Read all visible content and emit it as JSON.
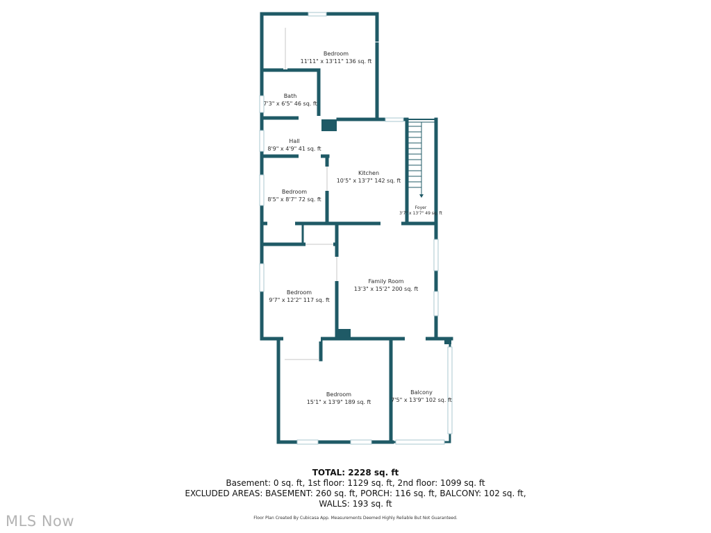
{
  "rooms": [
    {
      "name": "Bedroom",
      "dims": "11'11\" x 13'11\" 136 sq. ft"
    },
    {
      "name": "Bath",
      "dims": "7'3\" x 6'5\" 46 sq. ft"
    },
    {
      "name": "Hall",
      "dims": "8'9\" x 4'9\" 41 sq. ft"
    },
    {
      "name": "Kitchen",
      "dims": "10'5\" x 13'7\" 142 sq. ft"
    },
    {
      "name": "Bedroom",
      "dims": "8'5\" x 8'7\" 72 sq. ft"
    },
    {
      "name": "Foyer",
      "dims": "3'7\" x 13'7\" 49 sq. ft"
    },
    {
      "name": "Family Room",
      "dims": "13'3\" x 15'2\" 200 sq. ft"
    },
    {
      "name": "Bedroom",
      "dims": "9'7\" x 12'2\" 117 sq. ft"
    },
    {
      "name": "Bedroom",
      "dims": "15'1\" x 13'9\" 189 sq. ft"
    },
    {
      "name": "Balcony",
      "dims": "7'5\" x 13'9\" 102 sq. ft"
    }
  ],
  "summary": {
    "total": "TOTAL: 2228 sq. ft",
    "floors": "Basement: 0 sq. ft, 1st floor: 1129 sq. ft, 2nd floor: 1099 sq. ft",
    "excluded": "EXCLUDED AREAS: BASEMENT: 260 sq. ft, PORCH: 116 sq. ft, BALCONY: 102 sq. ft,",
    "walls": "WALLS: 193 sq. ft"
  },
  "disclaimer": "Floor Plan Created By Cubicasa App. Measurements Deemed Highly Reliable But Not Guaranteed.",
  "watermark": "MLS Now",
  "colors": {
    "wall": "#1f5a66",
    "window": "#a9c7cf",
    "text": "#2a2a2a"
  }
}
